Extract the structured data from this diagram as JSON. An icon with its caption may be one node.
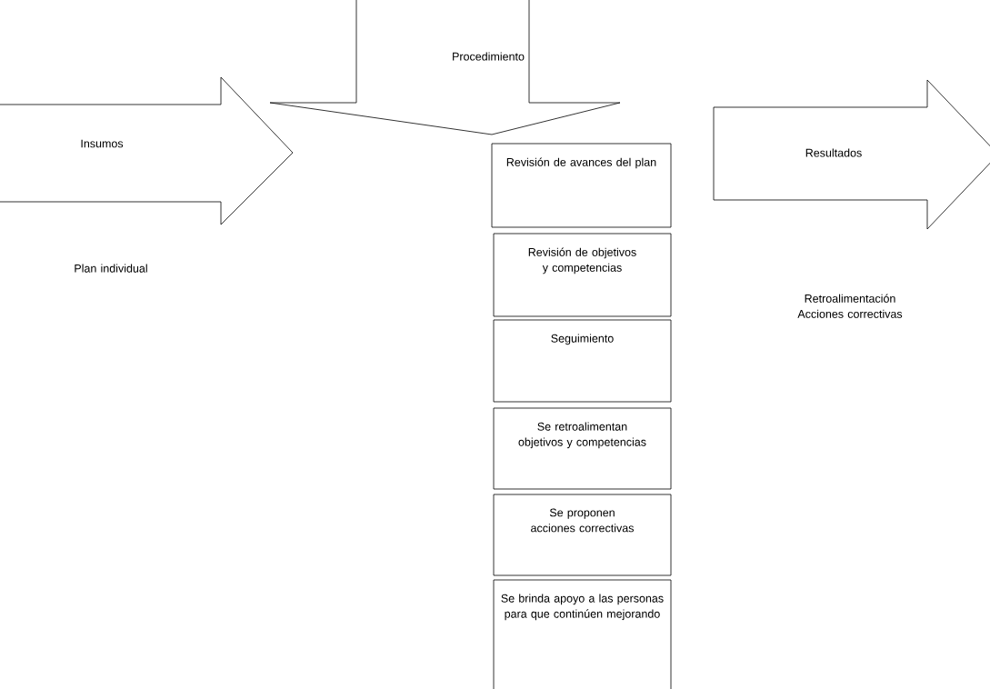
{
  "diagram": {
    "nodes": [
      {
        "text": [
          "Procedimiento"
        ]
      },
      {
        "text": [
          "Insumos"
        ]
      },
      {
        "text": [
          "Resultados"
        ]
      },
      {
        "text": [
          "Revisión de avances del plan"
        ]
      },
      {
        "text": [
          "Revisión de objetivos y competencias"
        ]
      },
      {
        "text": [
          "Seguimiento"
        ]
      },
      {
        "text": [
          "Se retroalimentan objetivos y competencias"
        ]
      },
      {
        "text": [
          "Se proponen acciones correctivas"
        ]
      },
      {
        "text": [
          "Se brinda apoyo a las personas para que continúen mejorando"
        ]
      }
    ],
    "labels": [
      "Plan individual",
      "Retroalimentación Acciones correctivas"
    ]
  }
}
